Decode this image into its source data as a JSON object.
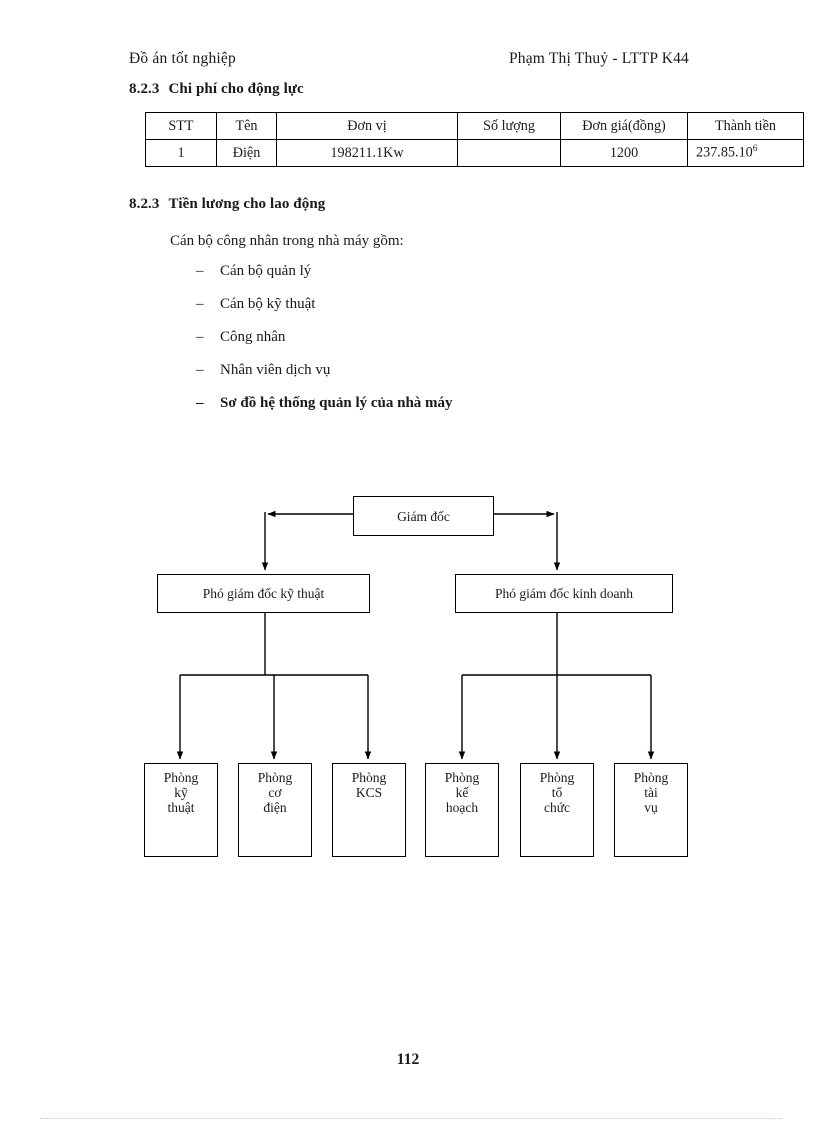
{
  "header": {
    "left": "Đồ án tốt nghiệp",
    "right": "Phạm Thị Thuỷ - LTTP K44"
  },
  "sections": [
    {
      "number": "8.2.3",
      "title": "Chi phí cho động lực"
    },
    {
      "number": "8.2.3",
      "title": "Tiền lương cho lao động"
    }
  ],
  "cost_table": {
    "headers": [
      "STT",
      "Tên",
      "Đơn vị",
      "Số lượng",
      "Đơn giá(đồng)",
      "Thành tiền"
    ],
    "rows": [
      {
        "stt": "1",
        "ten": "Điện",
        "don_vi": "198211.1Kw",
        "so_luong": "",
        "don_gia": "1200",
        "thanh_tien_base": "237.85.10",
        "thanh_tien_exp": "6"
      }
    ]
  },
  "lead_paragraph": "Cán bộ công nhân trong nhà máy gồm:",
  "bullets": [
    {
      "marker": "–",
      "text": "Cán bộ quản lý",
      "bold": false
    },
    {
      "marker": "–",
      "text": "Cán bộ kỹ thuật",
      "bold": false
    },
    {
      "marker": "–",
      "text": "Công nhân",
      "bold": false
    },
    {
      "marker": "–",
      "text": "Nhân viên dịch vụ",
      "bold": false
    },
    {
      "marker": "–",
      "text": "Sơ đồ hệ thống quản lý của nhà máy",
      "bold": true
    }
  ],
  "org_chart": {
    "director": "Giám đốc",
    "deputy_tech": "Phó giám đốc kỹ thuật",
    "deputy_biz": "Phó giám đốc kinh doanh",
    "departments": [
      "Phòng\nkỹ\nthuật",
      "Phòng\ncơ\nđiện",
      "Phòng\nKCS",
      "Phòng\nkế\nhoạch",
      "Phòng\ntổ\nchức",
      "Phòng\ntài\nvụ"
    ]
  },
  "footer": {
    "page_number": "112"
  },
  "colors": {
    "ink": "#1a1a1a",
    "rule": "#000000",
    "footer_rule": "#e8b9c4"
  }
}
